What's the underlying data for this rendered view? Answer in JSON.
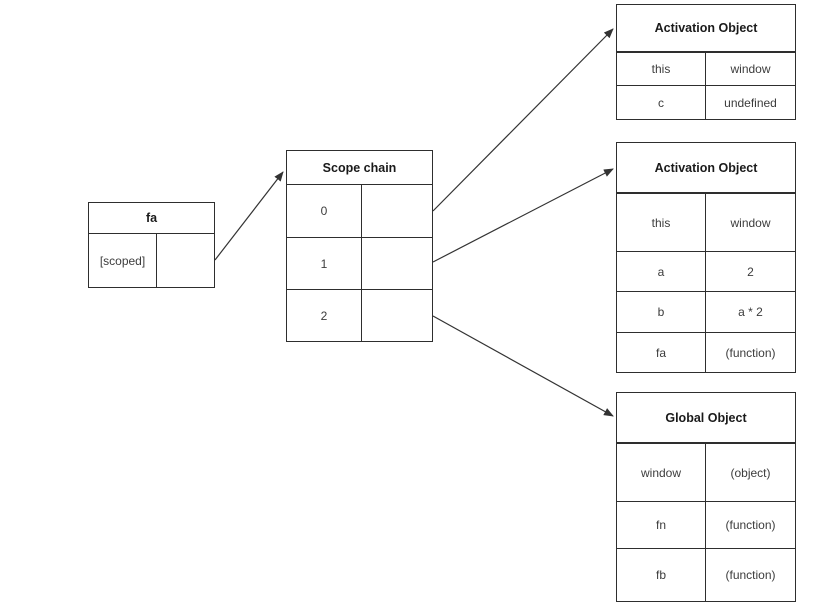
{
  "diagram": {
    "colors": {
      "background": "#ffffff",
      "border": "#2e2e2e",
      "arrow": "#333333",
      "header_text": "#1a1a1a",
      "cell_text": "#3c3c3c"
    },
    "nodes": {
      "fa": {
        "title": "fa",
        "rows": [
          {
            "key": "[scoped]",
            "value": ""
          }
        ]
      },
      "scope_chain": {
        "title": "Scope chain",
        "rows": [
          {
            "key": "0",
            "value": ""
          },
          {
            "key": "1",
            "value": ""
          },
          {
            "key": "2",
            "value": ""
          }
        ]
      },
      "activation1": {
        "title": "Activation Object",
        "rows": [
          {
            "key": "this",
            "value": "window"
          },
          {
            "key": "c",
            "value": "undefined"
          }
        ]
      },
      "activation2": {
        "title": "Activation Object",
        "rows": [
          {
            "key": "this",
            "value": "window"
          },
          {
            "key": "a",
            "value": "2"
          },
          {
            "key": "b",
            "value": "a * 2"
          },
          {
            "key": "fa",
            "value": "(function)"
          }
        ]
      },
      "global": {
        "title": "Global Object",
        "rows": [
          {
            "key": "window",
            "value": "(object)"
          },
          {
            "key": "fn",
            "value": "(function)"
          },
          {
            "key": "fb",
            "value": "(function)"
          }
        ]
      }
    },
    "edges": [
      {
        "from": "fa",
        "to": "scope_chain"
      },
      {
        "from": "scope_chain.0",
        "to": "activation1"
      },
      {
        "from": "scope_chain.1",
        "to": "activation2"
      },
      {
        "from": "scope_chain.2",
        "to": "global"
      }
    ]
  }
}
